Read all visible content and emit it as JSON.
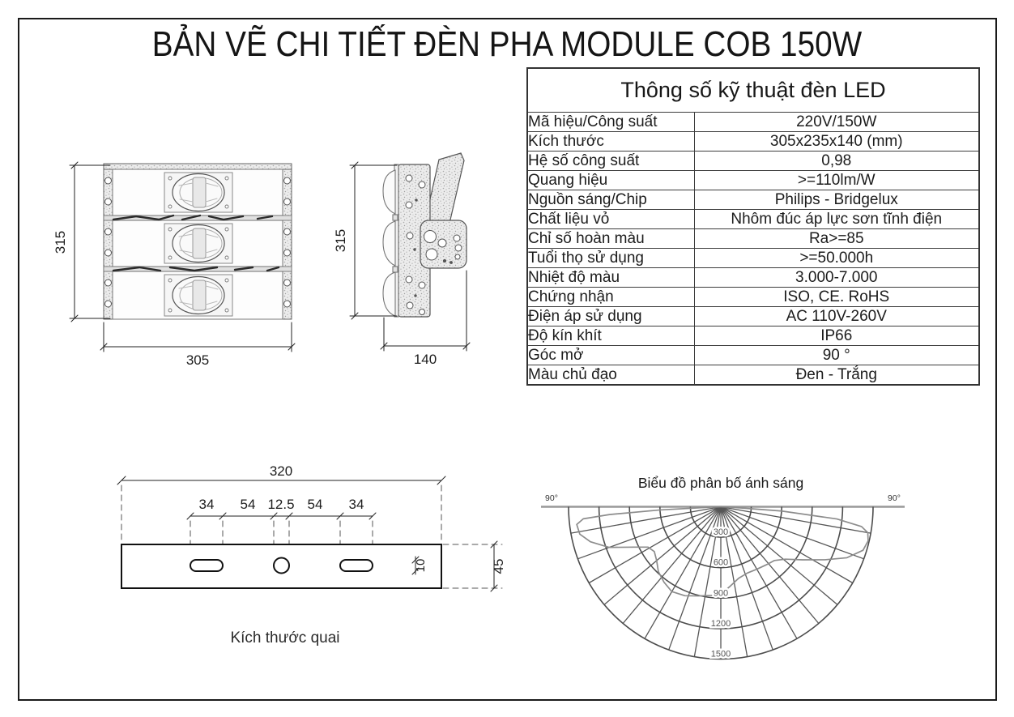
{
  "page": {
    "title": "BẢN VẼ CHI TIẾT ĐÈN PHA MODULE COB 150W"
  },
  "spec_table": {
    "title": "Thông số kỹ thuật đèn LED",
    "rows": [
      {
        "label": "Mã hiệu/Công suất",
        "value": "220V/150W"
      },
      {
        "label": "Kích thước",
        "value": "305x235x140 (mm)"
      },
      {
        "label": "Hệ số công suất",
        "value": "0,98"
      },
      {
        "label": "Quang hiệu",
        "value": ">=110lm/W"
      },
      {
        "label": "Nguồn sáng/Chip",
        "value": "Philips - Bridgelux"
      },
      {
        "label": "Chất liệu vỏ",
        "value": "Nhôm đúc áp lực sơn tĩnh điện"
      },
      {
        "label": "Chỉ số hoàn màu",
        "value": "Ra>=85"
      },
      {
        "label": "Tuổi thọ sử dụng",
        "value": ">=50.000h"
      },
      {
        "label": "Nhiệt độ màu",
        "value": "3.000-7.000"
      },
      {
        "label": "Chứng nhận",
        "value": "ISO, CE. RoHS"
      },
      {
        "label": "Điện áp sử dụng",
        "value": "AC 110V-260V"
      },
      {
        "label": "Độ kín khít",
        "value": "IP66"
      },
      {
        "label": "Góc mở",
        "value": "90 °"
      },
      {
        "label": "Màu chủ đạo",
        "value": "Đen - Trắng"
      }
    ]
  },
  "front_view": {
    "height_label": "315",
    "width_label": "305"
  },
  "side_view": {
    "height_label": "315",
    "depth_label": "140"
  },
  "bracket_view": {
    "caption": "Kích thước quai",
    "total_width_label": "320",
    "segment_labels": [
      "34",
      "54",
      "12.5",
      "54",
      "34"
    ],
    "height_label": "45",
    "hole_height_label": "10"
  },
  "distribution_chart": {
    "title": "Biểu đồ phân bố ánh sáng",
    "left_angle_label": "90°",
    "right_angle_label": "90°"
  },
  "chart_data": {
    "type": "line",
    "subtype": "polar-photometric-semicircle",
    "title": "Biểu đồ phân bố ánh sáng",
    "angle_labels": [
      "90°",
      "90°"
    ],
    "spoke_step_deg": 10,
    "radial_ticks": [
      300,
      600,
      900,
      1200,
      1500
    ],
    "rmax": 1500,
    "series": [
      {
        "name": "luminous-intensity-curve",
        "points_deg_from_vertical_vs_r": [
          [
            -88,
            80
          ],
          [
            -87,
            600
          ],
          [
            -86,
            1100
          ],
          [
            -85,
            1360
          ],
          [
            -83,
            1430
          ],
          [
            -79,
            1415
          ],
          [
            -75,
            1330
          ],
          [
            -70,
            1170
          ],
          [
            -65,
            940
          ],
          [
            -61,
            820
          ],
          [
            -56,
            790
          ],
          [
            -50,
            825
          ],
          [
            -44,
            886
          ],
          [
            -37,
            930
          ],
          [
            -30,
            965
          ],
          [
            -22,
            945
          ],
          [
            -14,
            905
          ],
          [
            -6,
            878
          ],
          [
            0,
            858
          ],
          [
            6,
            795
          ],
          [
            14,
            726
          ],
          [
            22,
            703
          ],
          [
            30,
            710
          ],
          [
            38,
            726
          ],
          [
            45,
            748
          ],
          [
            51,
            820
          ],
          [
            57,
            960
          ],
          [
            63,
            1150
          ],
          [
            68,
            1340
          ],
          [
            73,
            1465
          ],
          [
            77,
            1490
          ],
          [
            80,
            1470
          ],
          [
            82,
            1400
          ],
          [
            84,
            1150
          ],
          [
            86,
            600
          ],
          [
            88,
            80
          ]
        ]
      }
    ]
  }
}
